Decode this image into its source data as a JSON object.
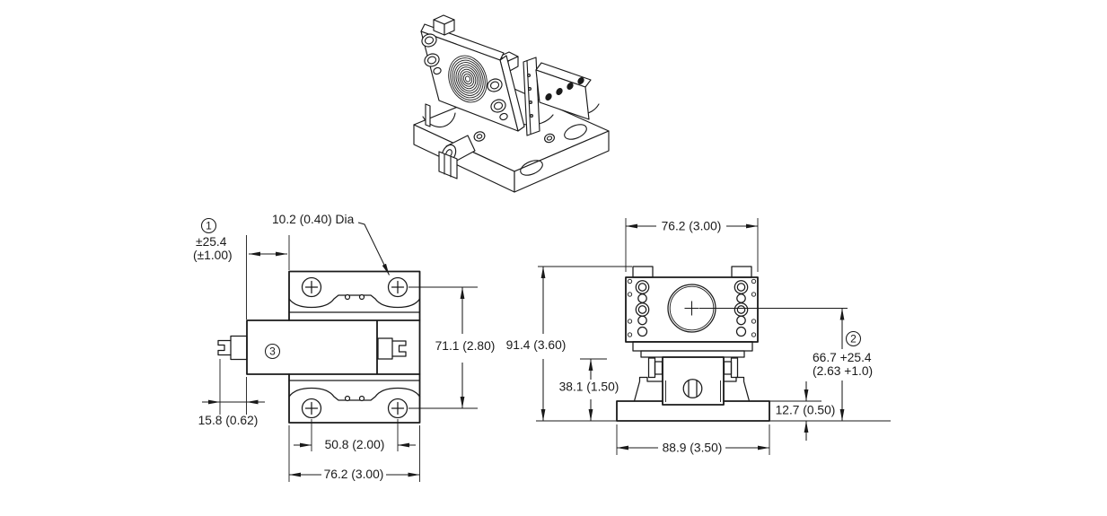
{
  "page": {
    "background": "#ffffff",
    "line_color": "#1a1a1a",
    "kind": "engineering-drawing-3-view"
  },
  "balloons": {
    "one": "1",
    "two": "2",
    "three": "3"
  },
  "top_view": {
    "note_hole_dia": "10.2 (0.40) Dia",
    "dim_travel_line1": "±25.4",
    "dim_travel_line2": "(±1.00)",
    "dim_hole_spacing_vertical": "71.1 (2.80)",
    "dim_knob_protrusion": "15.8 (0.62)",
    "dim_hole_spacing_horizontal": "50.8 (2.00)",
    "dim_body_width": "76.2 (3.00)"
  },
  "front_view": {
    "dim_plate_width": "76.2 (3.00)",
    "dim_overall_height": "91.4 (3.60)",
    "dim_carriage_height": "38.1 (1.50)",
    "dim_base_thickness": "12.7 (0.50)",
    "dim_base_width": "88.9 (3.50)",
    "dim_optical_axis_line1": "66.7 +25.4",
    "dim_optical_axis_line2": "(2.63 +1.0)"
  }
}
